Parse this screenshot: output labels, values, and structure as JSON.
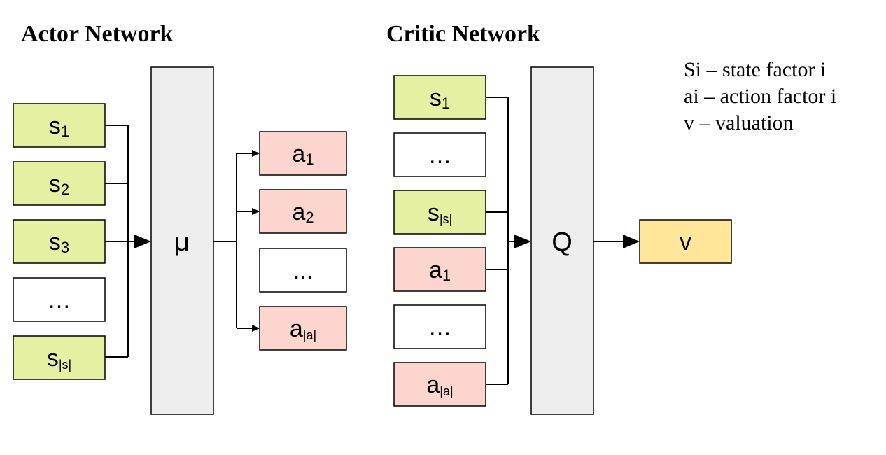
{
  "titles": {
    "actor": "Actor Network",
    "critic": "Critic Network"
  },
  "legend": [
    "Si – state factor i",
    "ai – action factor i",
    "v – valuation"
  ],
  "colors": {
    "state": "#e6f0a3",
    "action": "#fcd5ce",
    "layer": "#eeeeee",
    "value": "#ffe699",
    "empty": "#ffffff"
  },
  "actor": {
    "inputs": [
      {
        "base": "s",
        "sub": "1",
        "kind": "state"
      },
      {
        "base": "s",
        "sub": "2",
        "kind": "state"
      },
      {
        "base": "s",
        "sub": "3",
        "kind": "state"
      },
      {
        "base": "…",
        "sub": "",
        "kind": "empty"
      },
      {
        "base": "s",
        "sub": "|s|",
        "kind": "state"
      }
    ],
    "layer": "μ",
    "outputs": [
      {
        "base": "a",
        "sub": "1",
        "kind": "action"
      },
      {
        "base": "a",
        "sub": "2",
        "kind": "action"
      },
      {
        "base": "...",
        "sub": "",
        "kind": "empty"
      },
      {
        "base": "a",
        "sub": "|a|",
        "kind": "action"
      }
    ]
  },
  "critic": {
    "inputs": [
      {
        "base": "s",
        "sub": "1",
        "kind": "state"
      },
      {
        "base": "…",
        "sub": "",
        "kind": "empty"
      },
      {
        "base": "s",
        "sub": "|s|",
        "kind": "state"
      },
      {
        "base": "a",
        "sub": "1",
        "kind": "action"
      },
      {
        "base": "…",
        "sub": "",
        "kind": "empty"
      },
      {
        "base": "a",
        "sub": "|a|",
        "kind": "action"
      }
    ],
    "layer": "Q",
    "output": {
      "base": "v",
      "sub": "",
      "kind": "value"
    }
  }
}
